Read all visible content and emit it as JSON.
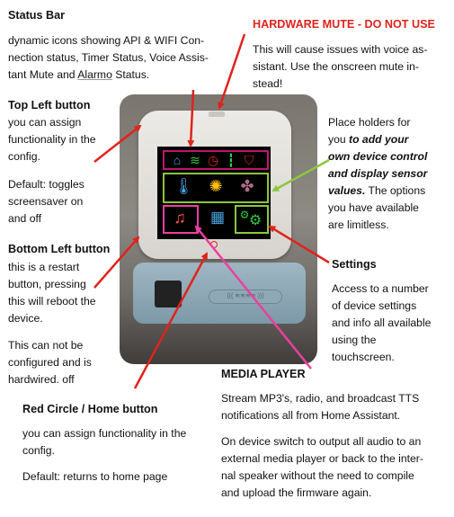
{
  "status_bar": {
    "title": "Status Bar",
    "lines": [
      "dynamic icons showing API & WIFI Con-",
      "nection status, Timer Status, Voice Assis-",
      "tant Mute and "
    ],
    "alarmo": "Alarmo",
    "tail": " Status."
  },
  "hardware_mute": {
    "title": "HARDWARE MUTE - DO NOT USE",
    "lines": [
      "This will cause issues with voice as-",
      "sistant. Use the onscreen mute in-",
      "stead!"
    ]
  },
  "top_left": {
    "title": "Top Left button",
    "lines": [
      "you can assign",
      "functionality in the",
      "config."
    ],
    "default_lines": [
      "Default: toggles",
      "screensaver on",
      "and off"
    ]
  },
  "placeholders": {
    "line1": "Place holders for",
    "line2_a": "you ",
    "line2_b": "to add your",
    "line3": "own device control",
    "line4_b": "and display sensor",
    "line5_b": "values.",
    "line5_a": " The options",
    "line6": "you have available",
    "line7": "are limitless."
  },
  "bottom_left": {
    "title": "Bottom Left button",
    "lines": [
      "this is a restart",
      "button, pressing",
      "this will reboot the",
      "device."
    ],
    "note_lines": [
      "This can not be",
      "configured and is",
      "hardwired. off"
    ]
  },
  "settings": {
    "title": "Settings",
    "lines": [
      "Access to a number",
      "of device settings",
      "and info all available",
      "using the",
      "touchscreen."
    ]
  },
  "media_player": {
    "title": "MEDIA PLAYER",
    "lines": [
      "Stream MP3's, radio, and broadcast TTS",
      "notifications all from Home Assistant."
    ],
    "lines2": [
      "On device switch to output all audio to an",
      "external media player or back to the inter-",
      "nal speaker without the need to compile",
      "and upload the firmware again."
    ]
  },
  "home_button": {
    "title": "Red Circle / Home button",
    "lines": [
      "you can assign functionality in the",
      "config."
    ],
    "default": "Default: returns to home page"
  },
  "device": {
    "base_label": "((( ≋≋≋≋ )))",
    "colors": {
      "status_box": "#c0166e",
      "controls_box": "#8dc63f",
      "media_box": "#ec3fa0",
      "settings_box": "#8dc63f",
      "arrow_red": "#e0231c",
      "arrow_green": "#8dc63f",
      "arrow_pink": "#ec3fa0"
    },
    "icons": [
      "home-wifi-icon",
      "wifi-icon",
      "timer-icon",
      "mic-icon",
      "shield-icon",
      "thermometer-icon",
      "lightbulb-icon",
      "fan-icon",
      "music-note-icon",
      "clapperboard-icon",
      "gear-icon"
    ]
  }
}
